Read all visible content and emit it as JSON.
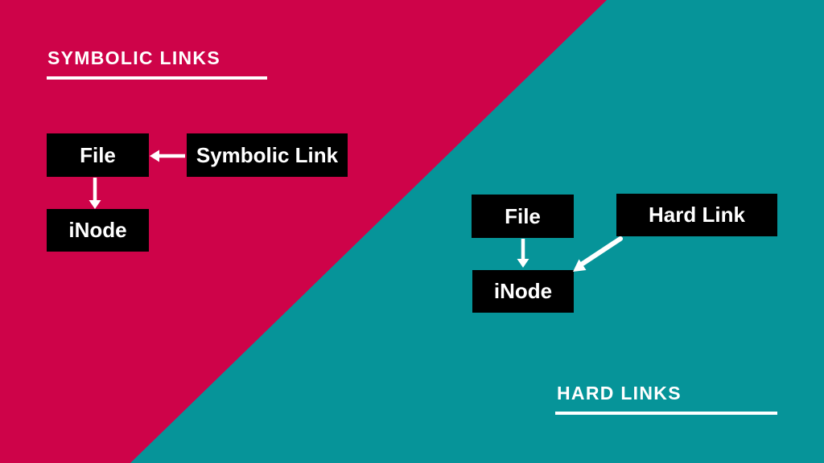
{
  "colors": {
    "crimson_bg": "#CE0349",
    "teal_bg": "#069499",
    "node_bg": "#000000",
    "text": "#FFFFFF"
  },
  "symbolic_links": {
    "title": "SYMBOLIC LINKS",
    "file_label": "File",
    "link_label": "Symbolic Link",
    "inode_label": "iNode",
    "edges": [
      "Symbolic Link -> File",
      "File -> iNode"
    ]
  },
  "hard_links": {
    "title": "HARD LINKS",
    "file_label": "File",
    "link_label": "Hard Link",
    "inode_label": "iNode",
    "edges": [
      "File -> iNode",
      "Hard Link -> iNode"
    ]
  }
}
